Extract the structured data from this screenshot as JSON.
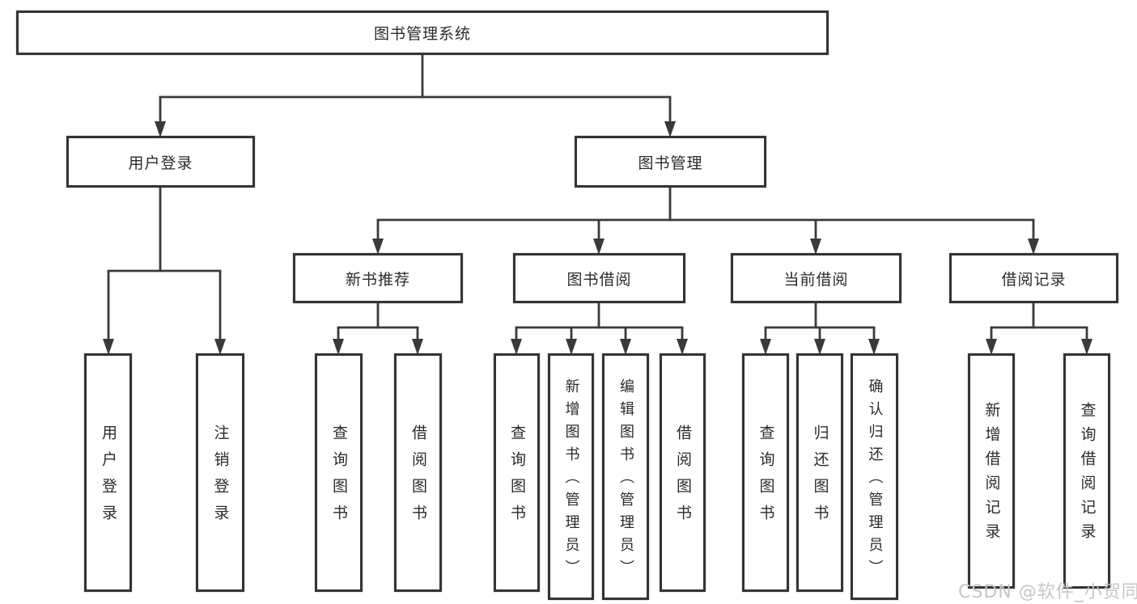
{
  "nodes": {
    "root": "图书管理系统",
    "user_login": "用户登录",
    "book_management": "图书管理",
    "new_book_recommend": "新书推荐",
    "book_borrowing": "图书借阅",
    "current_borrowing": "当前借阅",
    "borrowing_records": "借阅记录",
    "leaves": {
      "user_login": [
        "用户登录",
        "注销登录"
      ],
      "new_book_recommend": [
        "查询图书",
        "借阅图书"
      ],
      "book_borrowing": [
        "查询图书",
        "新增图书（管理员）",
        "编辑图书（管理员）",
        "借阅图书"
      ],
      "current_borrowing": [
        "查询图书",
        "归还图书",
        "确认归还（管理员）"
      ],
      "borrowing_records": [
        "新增借阅记录",
        "查询借阅记录"
      ]
    }
  },
  "watermark": {
    "text": "CSDN @软件_小贺同学"
  },
  "colors": {
    "line": "#3a3a3a",
    "border": "#343434",
    "text": "#2b2b2b",
    "watermark": "#c6c6c6",
    "background": "#ffffff"
  }
}
